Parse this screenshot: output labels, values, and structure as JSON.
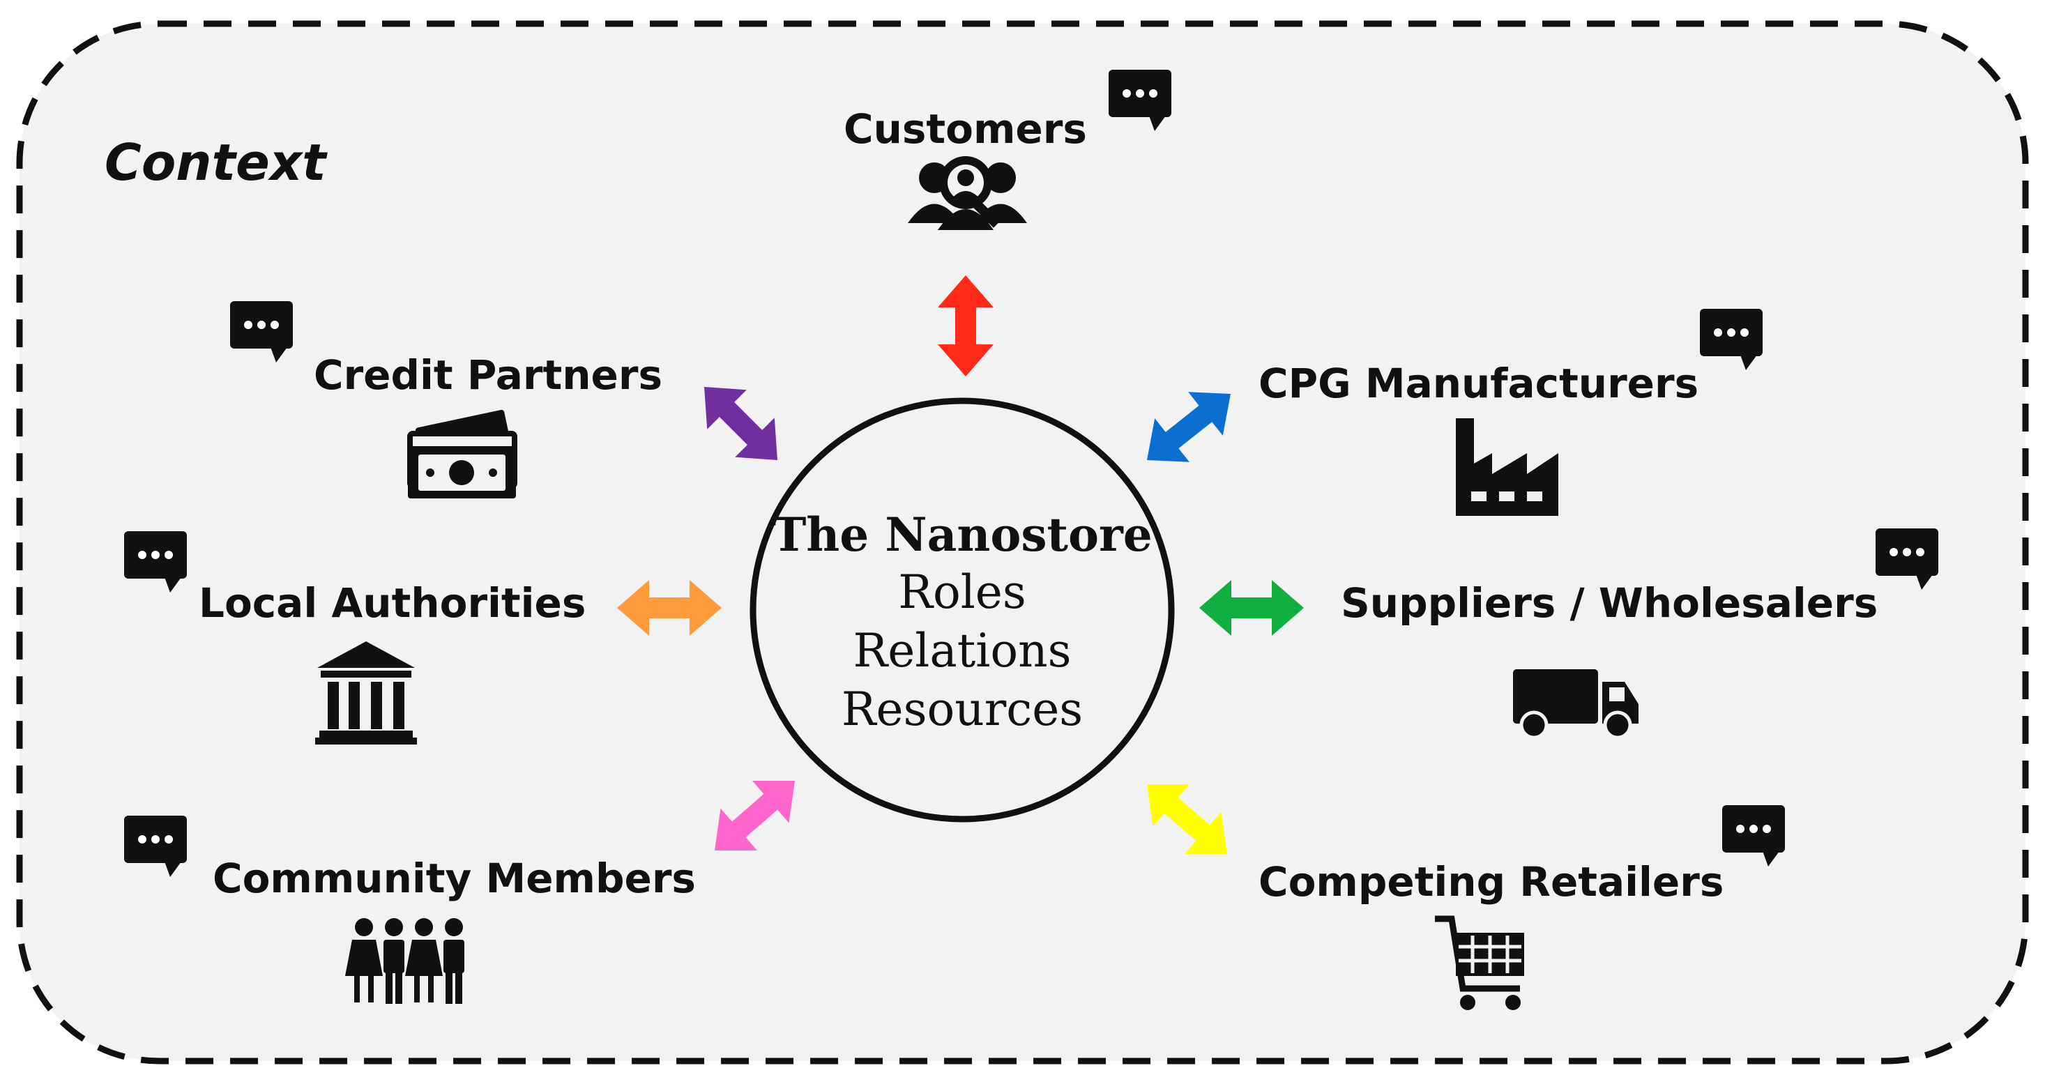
{
  "context_label": "Context",
  "center": {
    "title": "The Nanostore",
    "lines": [
      "Roles",
      "Relations",
      "Resources"
    ]
  },
  "stakeholders": [
    {
      "key": "customers",
      "label": "Customers",
      "icon": "customer-search-icon",
      "arrow_color": "#ff2a1a"
    },
    {
      "key": "credit",
      "label": "Credit Partners",
      "icon": "cash-icon",
      "arrow_color": "#7030a0"
    },
    {
      "key": "cpg",
      "label": "CPG Manufacturers",
      "icon": "factory-icon",
      "arrow_color": "#0a6fd0"
    },
    {
      "key": "local",
      "label": "Local Authorities",
      "icon": "government-building-icon",
      "arrow_color": "#ff9b3d"
    },
    {
      "key": "suppliers",
      "label": "Suppliers / Wholesalers",
      "icon": "truck-icon",
      "arrow_color": "#10b040"
    },
    {
      "key": "community",
      "label": "Community Members",
      "icon": "people-icon",
      "arrow_color": "#ff66cc"
    },
    {
      "key": "competing",
      "label": "Competing Retailers",
      "icon": "shopping-cart-icon",
      "arrow_color": "#ffff00"
    }
  ],
  "colors": {
    "background": "#f2f2f2",
    "border": "#111111",
    "icon": "#111111"
  }
}
